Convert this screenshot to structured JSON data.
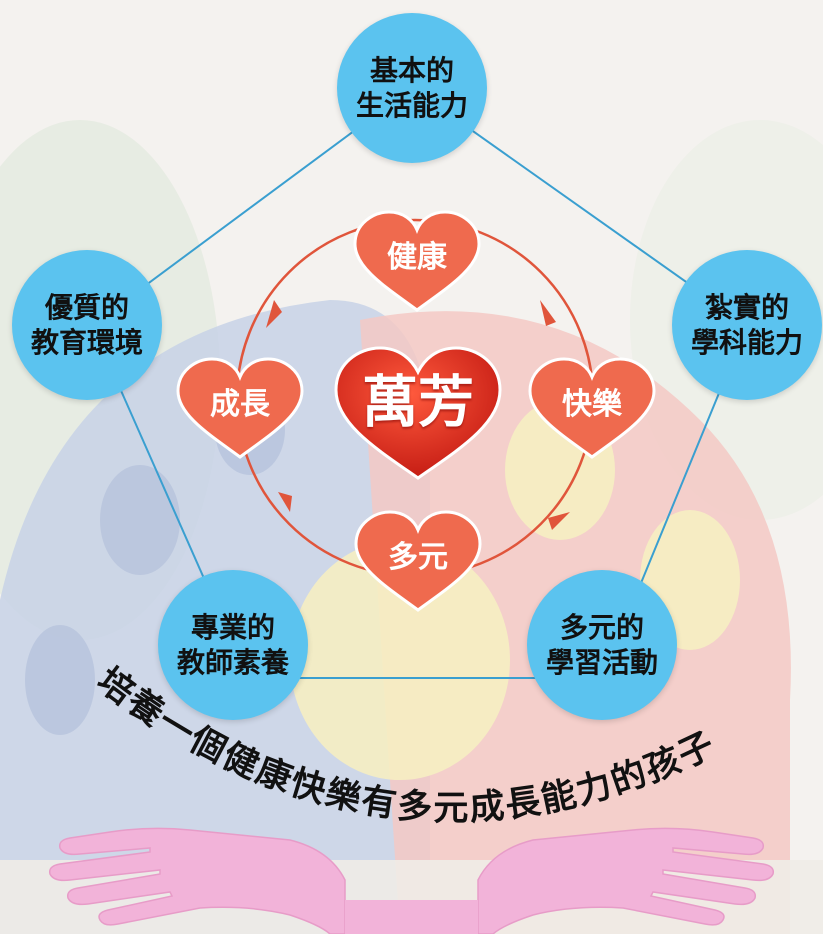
{
  "outer_nodes": [
    {
      "id": "top",
      "line1": "基本的",
      "line2": "生活能力"
    },
    {
      "id": "right",
      "line1": "紮實的",
      "line2": "學科能力"
    },
    {
      "id": "bottom-right",
      "line1": "多元的",
      "line2": "學習活動"
    },
    {
      "id": "bottom-left",
      "line1": "專業的",
      "line2": "教師素養"
    },
    {
      "id": "left",
      "line1": "優質的",
      "line2": "教育環境"
    }
  ],
  "cycle": {
    "center": "萬芳",
    "top": "健康",
    "right": "快樂",
    "bottom": "多元",
    "left": "成長"
  },
  "slogan": "培養一個健康快樂有多元成長能力的孩子",
  "colors": {
    "node_fill": "#5bc3ef",
    "line": "#3a9fd0",
    "heart": "#ef6a4e",
    "center_heart": "#d9221c",
    "cycle_ring": "#e0553b",
    "hands": "#f2b3d9"
  }
}
